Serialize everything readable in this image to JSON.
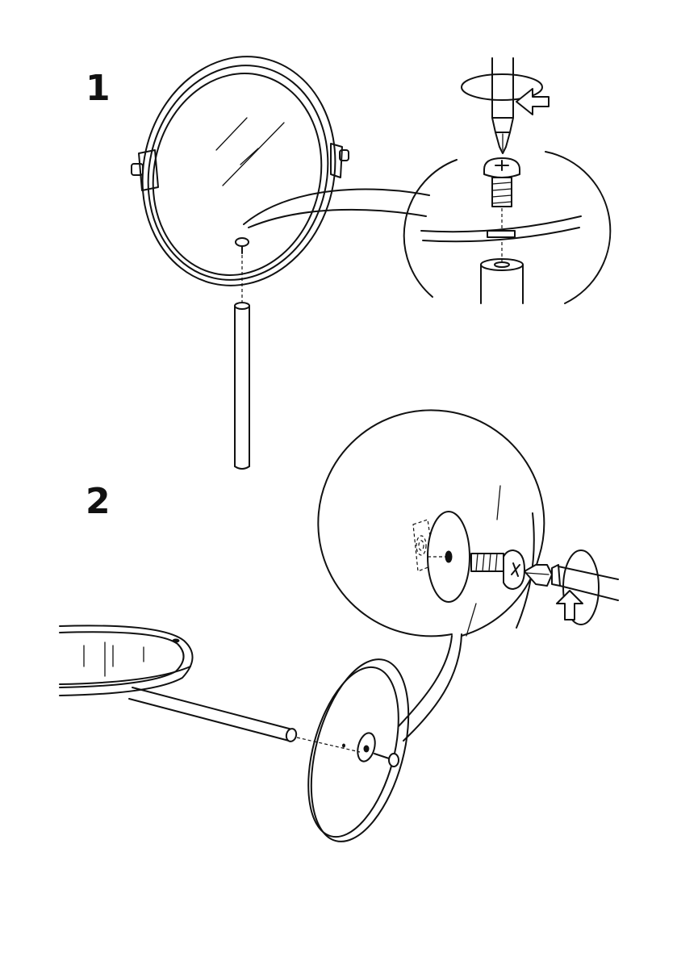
{
  "steps": [
    {
      "number": "1"
    },
    {
      "number": "2"
    }
  ],
  "colors": {
    "ink": "#111111",
    "paper": "#ffffff"
  },
  "icons": [
    "mirror",
    "screw",
    "screwdriver",
    "rotation-arrow",
    "stand-pole",
    "base-disc",
    "washer",
    "magnifier-callout"
  ]
}
